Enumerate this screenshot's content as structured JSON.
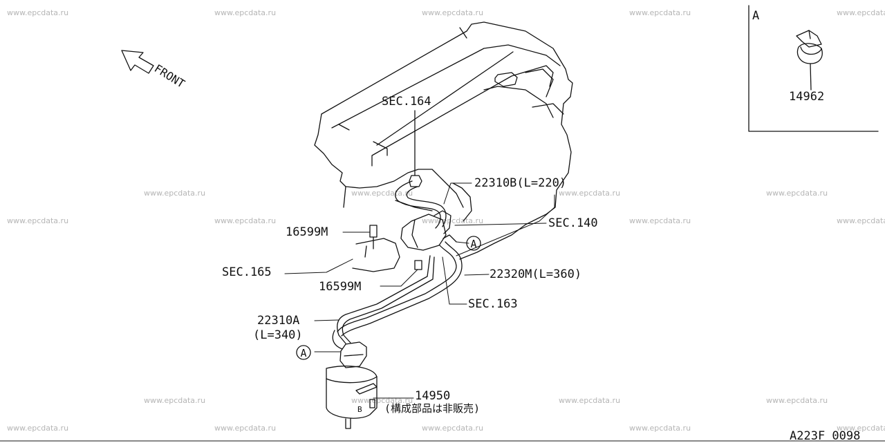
{
  "watermark": "www.epcdata.ru",
  "front_label": "FRONT",
  "inset_letter": "A",
  "diagram_code": "A223F 0098",
  "callout_letter": "A",
  "tank_mark": "B",
  "labels": {
    "sec164": "SEC.164",
    "hose_b": "22310B(L=220)",
    "sec140": "SEC.140",
    "valve_upper": "16599M",
    "sec165": "SEC.165",
    "valve_lower": "16599M",
    "hose_m": "22320M(L=360)",
    "sec163": "SEC.163",
    "hose_a": "22310A",
    "hose_a_len": "(L=340)",
    "tank": "14950",
    "tank_note": "(構成部品は非販売)",
    "clamp": "14962"
  }
}
